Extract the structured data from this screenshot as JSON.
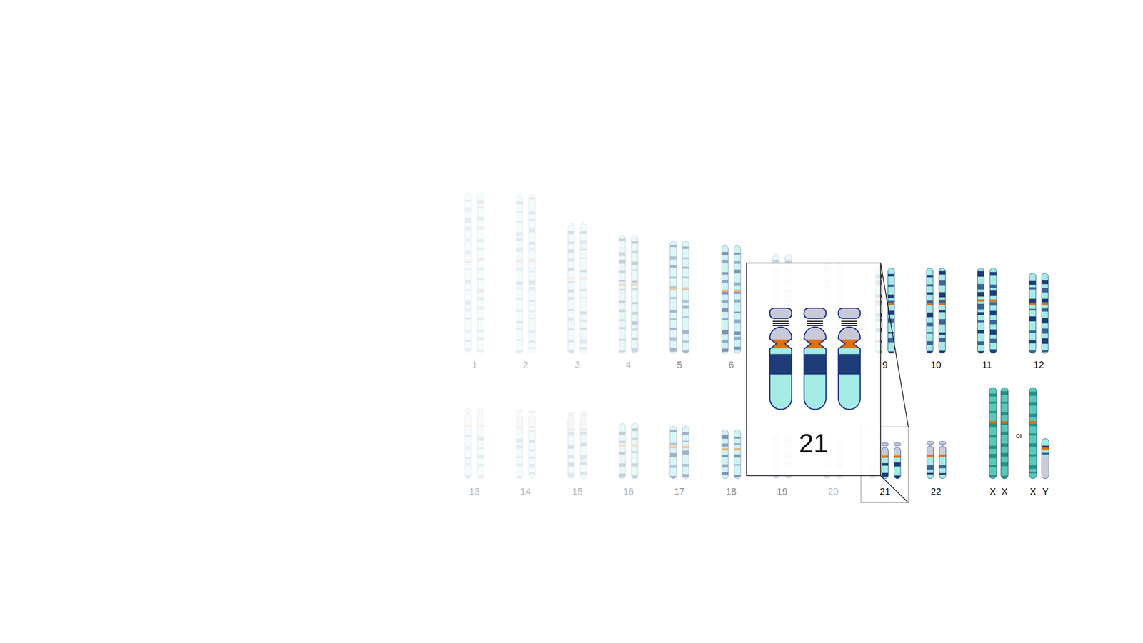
{
  "diagram": {
    "labels": [
      "1",
      "2",
      "3",
      "4",
      "5",
      "6",
      "9",
      "10",
      "11",
      "12",
      "13",
      "14",
      "15",
      "16",
      "17",
      "18",
      "19",
      "20",
      "21",
      "22",
      "X",
      "X",
      "or",
      "X",
      "Y",
      "21"
    ]
  }
}
